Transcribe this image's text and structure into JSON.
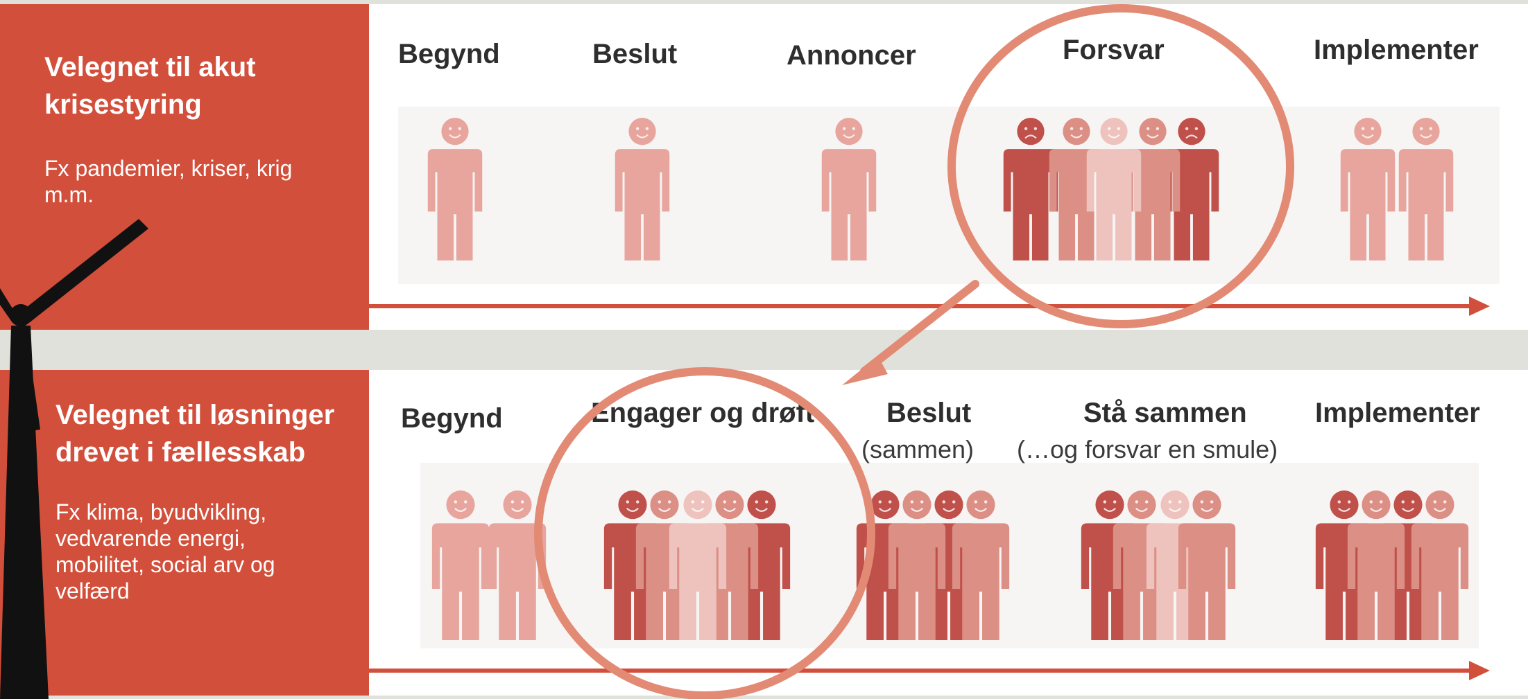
{
  "colors": {
    "accent": "#d24f3b",
    "circle": "#e28a74",
    "figure_light": "#e7a59d",
    "figure_dark": "#c0504a"
  },
  "top_row": {
    "title": "Velegnet til akut krisestyring",
    "desc": "Fx pandemier, kriser, krig m.m.",
    "stages": [
      "Begynd",
      "Beslut",
      "Annoncer",
      "Forsvar",
      "Implementer"
    ]
  },
  "bottom_row": {
    "title": "Velegnet til løsninger drevet i fællesskab",
    "desc": "Fx klima, byudvikling, vedvarende energi, mobilitet, social arv og velfærd",
    "stages": [
      "Begynd",
      "Engager og drøft",
      "Beslut",
      "Stå sammen",
      "Implementer"
    ],
    "sub1": "(sammen)",
    "sub2": "(…og forsvar en smule)"
  }
}
